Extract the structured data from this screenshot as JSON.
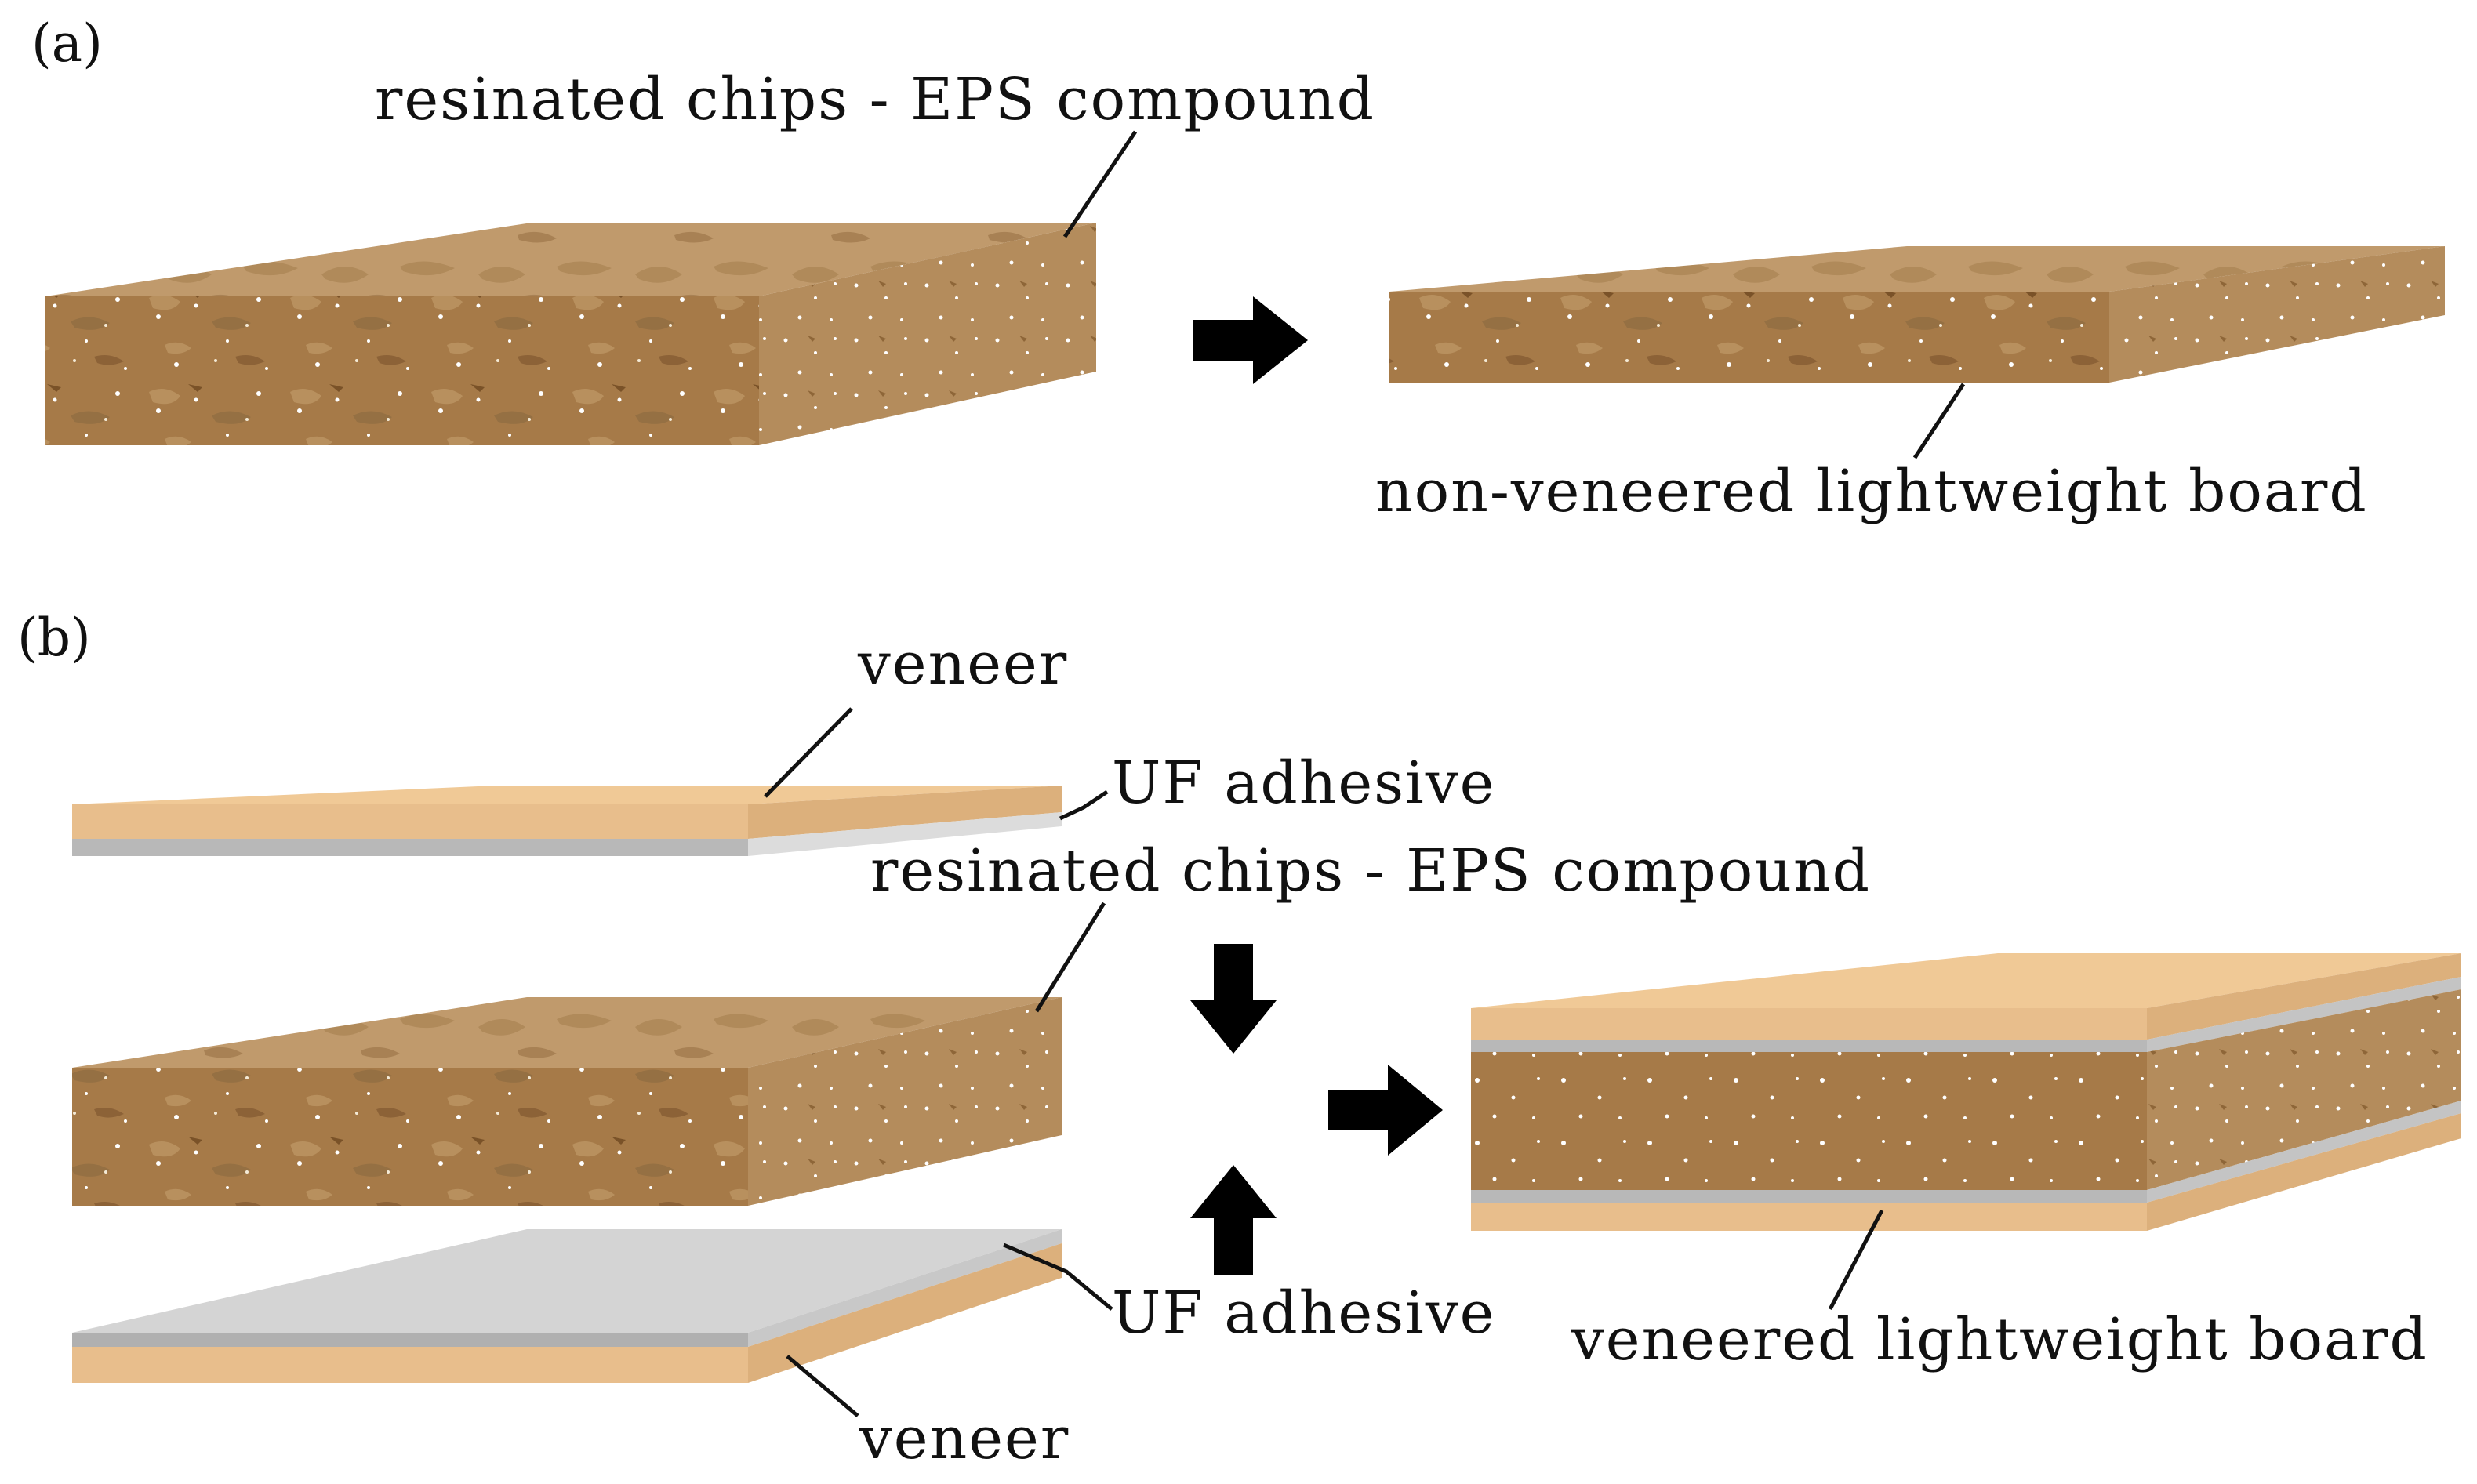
{
  "panel_a": {
    "tag": "(a)",
    "label_compound": "resinated chips - EPS compound",
    "label_board": "non-veneered lightweight board"
  },
  "panel_b": {
    "tag": "(b)",
    "label_veneer_top": "veneer",
    "label_adhesive_top": "UF adhesive",
    "label_compound": "resinated chips - EPS compound",
    "label_adhesive_bottom": "UF adhesive",
    "label_veneer_bottom": "veneer",
    "label_board": "veneered lightweight board"
  },
  "colors": {
    "chip_front": "#a67a48",
    "chip_side": "#b48c5c",
    "chip_top": "#c09a6c",
    "chip_dark": "#8e6638",
    "veneer_front": "#e8be8c",
    "veneer_top": "#f0c996",
    "adhesive": "#b8b8b8",
    "adhesive_light": "#dcdcdc"
  }
}
